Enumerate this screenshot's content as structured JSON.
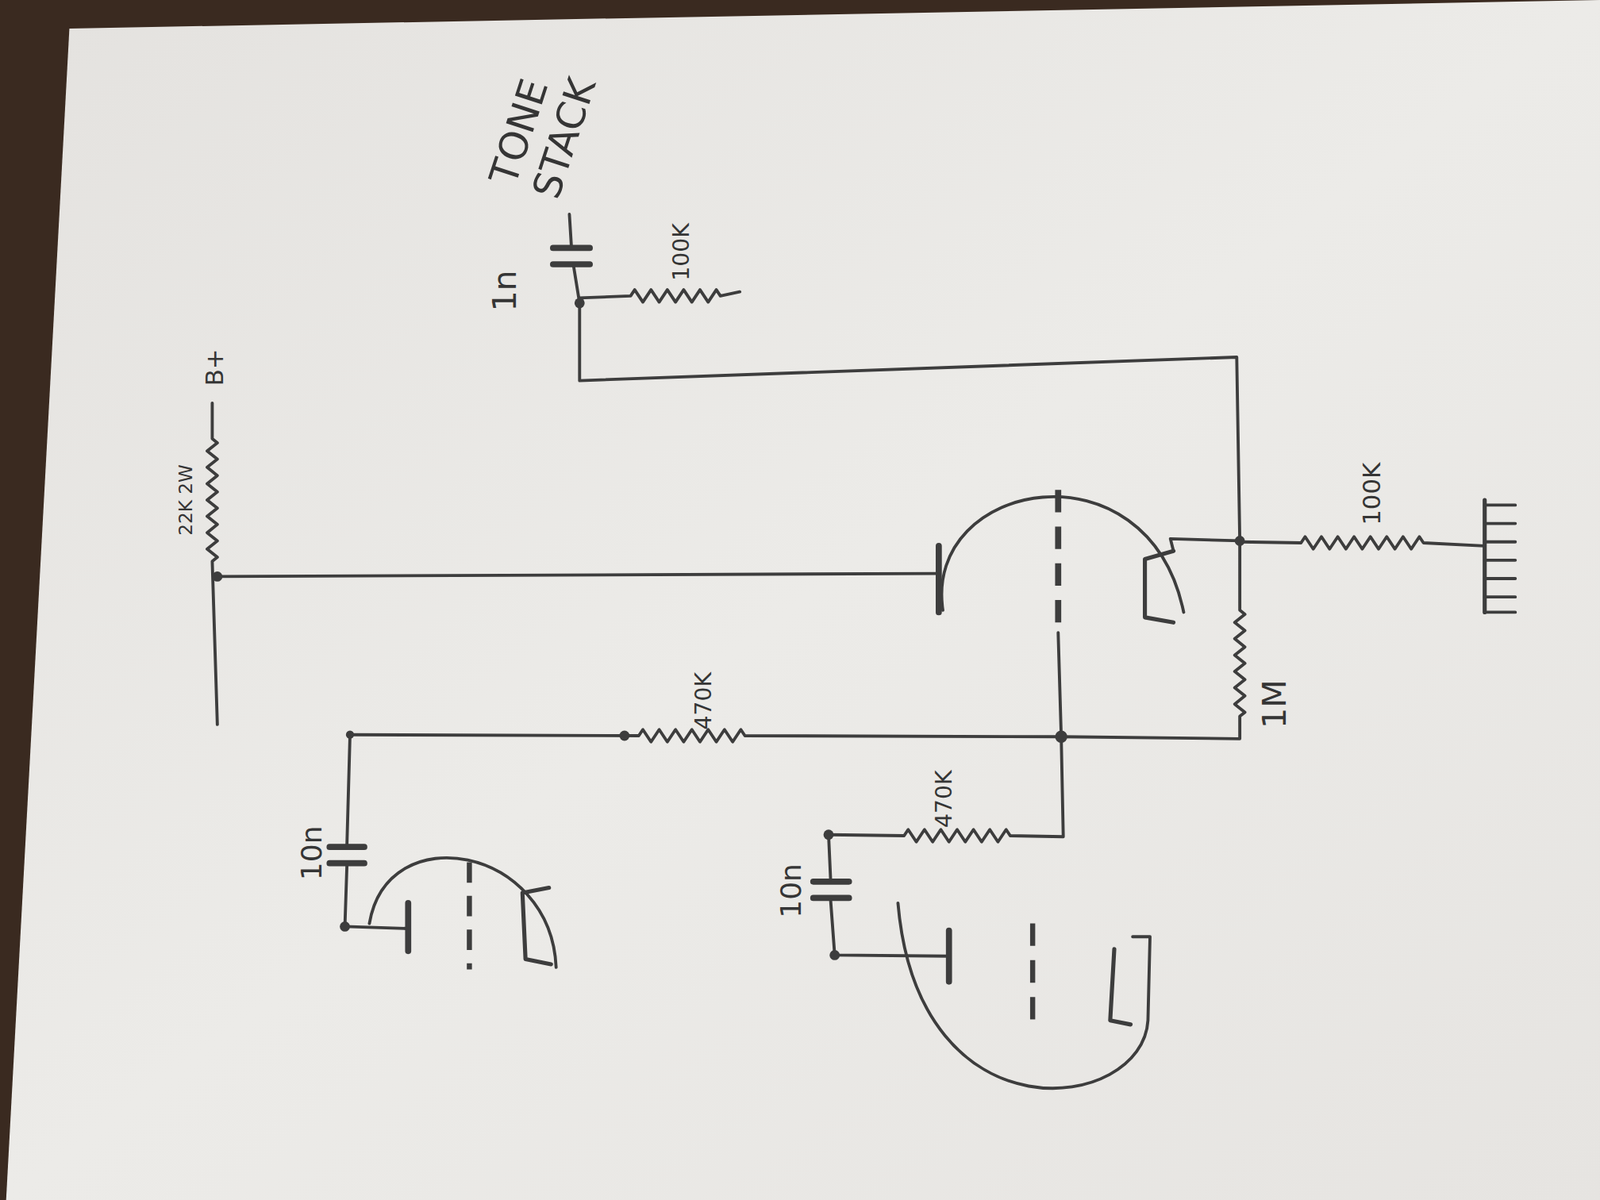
{
  "diagram": {
    "labels": [
      "TONE STACK",
      "1n",
      "100K",
      "22K 2W",
      "B+",
      "100K",
      "1M",
      "470K",
      "470K",
      "10n",
      "10n"
    ]
  }
}
